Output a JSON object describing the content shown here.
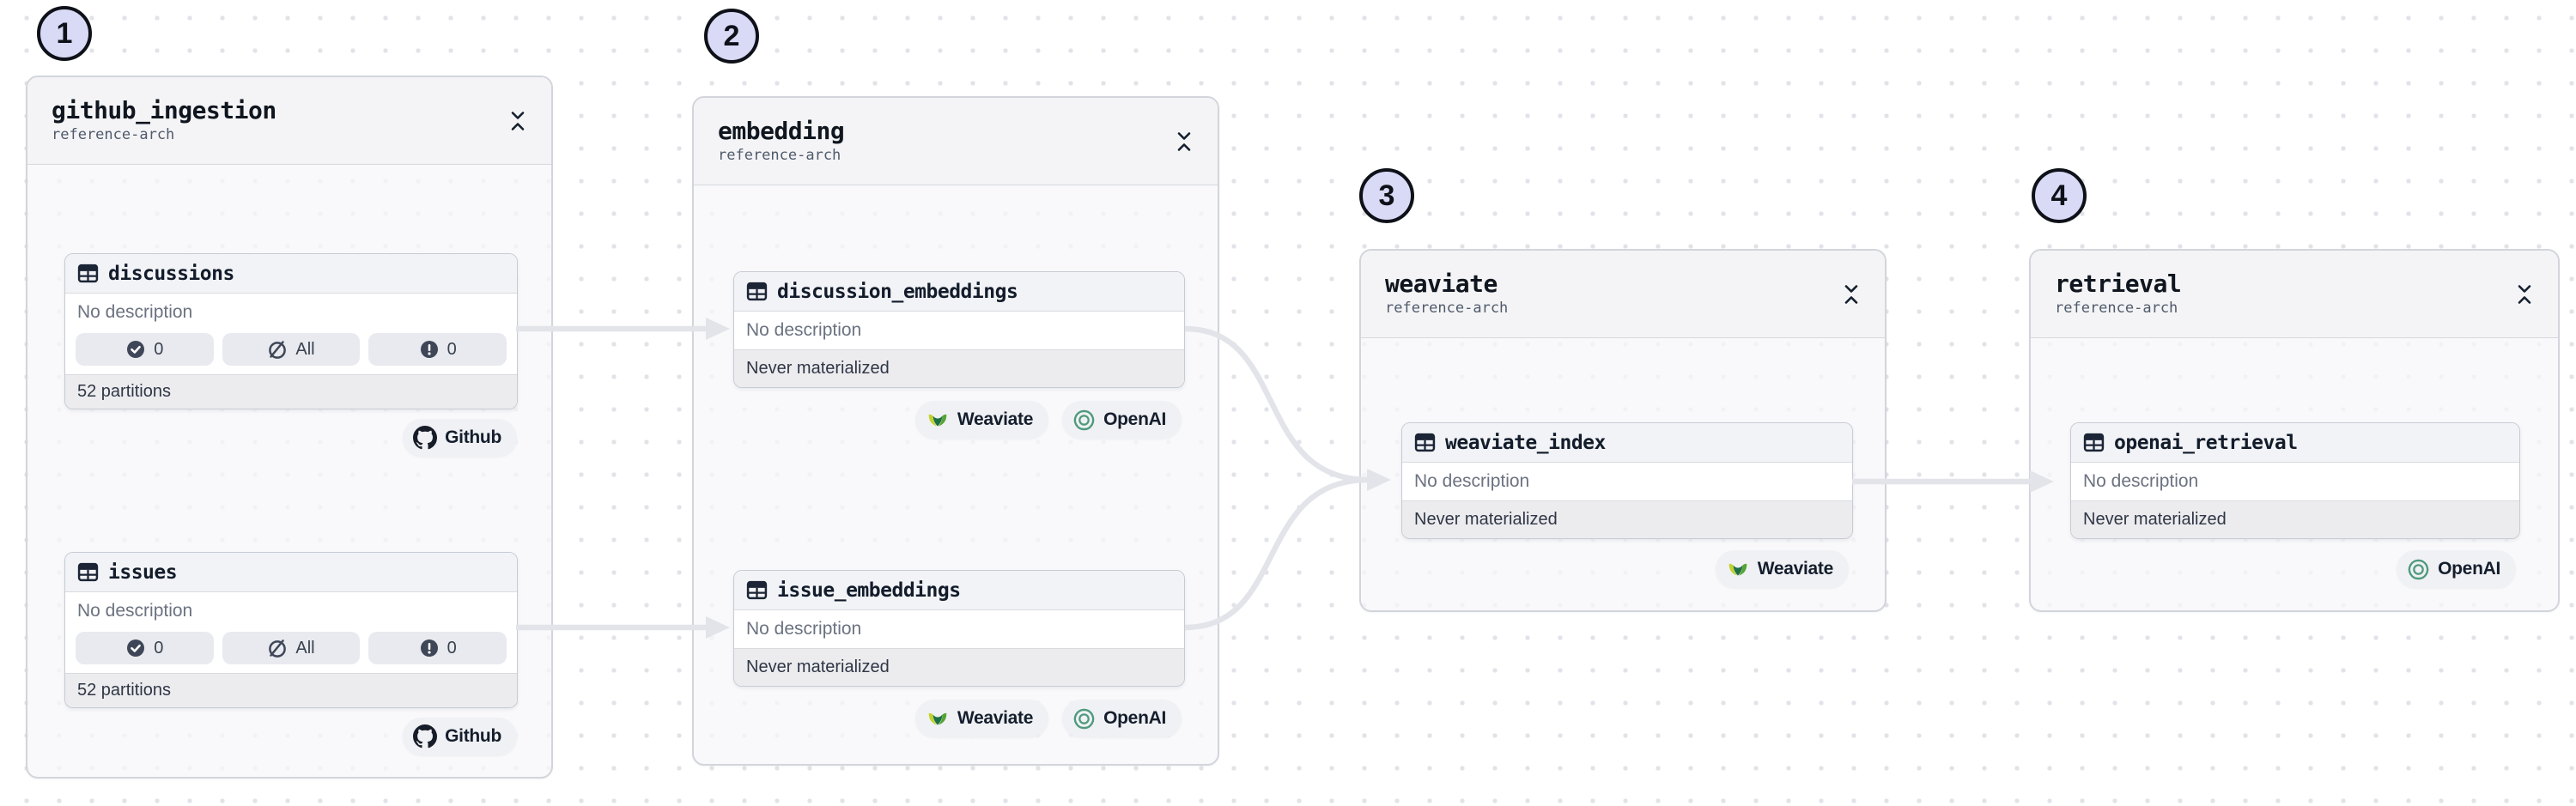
{
  "page": {
    "name": "Asset lineage graph"
  },
  "colors": {
    "step_marker_fill": "#d8daf6",
    "edge": "#e3e4e9",
    "group_background": "#f6f6f8",
    "pill_background": "#e8eaef",
    "icon_dark": "#1b2536",
    "openai_green": "#4e9a7c",
    "weaviate_green": "#54a431",
    "weaviate_yellow": "#c3d22b",
    "weaviate_dark": "#1d7044"
  },
  "groups": [
    {
      "number": "1",
      "title": "github_ingestion",
      "subtitle": "reference-arch",
      "assets": [
        {
          "name": "discussions",
          "description": "No description",
          "stats": [
            {
              "icon": "check-circle-icon",
              "value": "0"
            },
            {
              "icon": "slash-circle-icon",
              "value": "All"
            },
            {
              "icon": "alert-circle-icon",
              "value": "0"
            }
          ],
          "footer": "52 partitions",
          "integrations": [
            "Github"
          ]
        },
        {
          "name": "issues",
          "description": "No description",
          "stats": [
            {
              "icon": "check-circle-icon",
              "value": "0"
            },
            {
              "icon": "slash-circle-icon",
              "value": "All"
            },
            {
              "icon": "alert-circle-icon",
              "value": "0"
            }
          ],
          "footer": "52 partitions",
          "integrations": [
            "Github"
          ]
        }
      ]
    },
    {
      "number": "2",
      "title": "embedding",
      "subtitle": "reference-arch",
      "assets": [
        {
          "name": "discussion_embeddings",
          "description": "No description",
          "footer": "Never materialized",
          "integrations": [
            "Weaviate",
            "OpenAI"
          ]
        },
        {
          "name": "issue_embeddings",
          "description": "No description",
          "footer": "Never materialized",
          "integrations": [
            "Weaviate",
            "OpenAI"
          ]
        }
      ]
    },
    {
      "number": "3",
      "title": "weaviate",
      "subtitle": "reference-arch",
      "assets": [
        {
          "name": "weaviate_index",
          "description": "No description",
          "footer": "Never materialized",
          "integrations": [
            "Weaviate"
          ]
        }
      ]
    },
    {
      "number": "4",
      "title": "retrieval",
      "subtitle": "reference-arch",
      "assets": [
        {
          "name": "openai_retrieval",
          "description": "No description",
          "footer": "Never materialized",
          "integrations": [
            "OpenAI"
          ]
        }
      ]
    }
  ]
}
